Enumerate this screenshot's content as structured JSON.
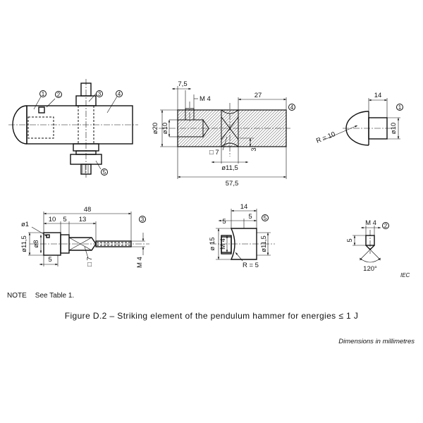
{
  "balloons": {
    "b1": "1",
    "b2": "2",
    "b3": "3",
    "b4": "4",
    "b5": "5"
  },
  "dims": {
    "d_7_5": "7,5",
    "d_m4": "M 4",
    "d_27": "27",
    "d_dia20": "ø20",
    "d_dia10": "ø10",
    "d_sq7": "□ 7",
    "d_dia11_5": "ø11,5",
    "d_3": "3",
    "d_57_5": "57,5",
    "d_14": "14",
    "d_r10": "R = 10",
    "d_48": "48",
    "d_10": "10",
    "d_5": "5",
    "d_13": "13",
    "d_dia1": "ø1",
    "d_dia8": "ø8",
    "d_dia15": "ø 15",
    "d_r5": "R = 5",
    "d_120": "120°"
  },
  "iec_mark": "IEC",
  "note_label": "NOTE",
  "note_text": "See Table 1.",
  "caption": "Figure D.2 – Striking element of the pendulum hammer for energies ≤ 1 J",
  "units": "Dimensions in millimetres"
}
